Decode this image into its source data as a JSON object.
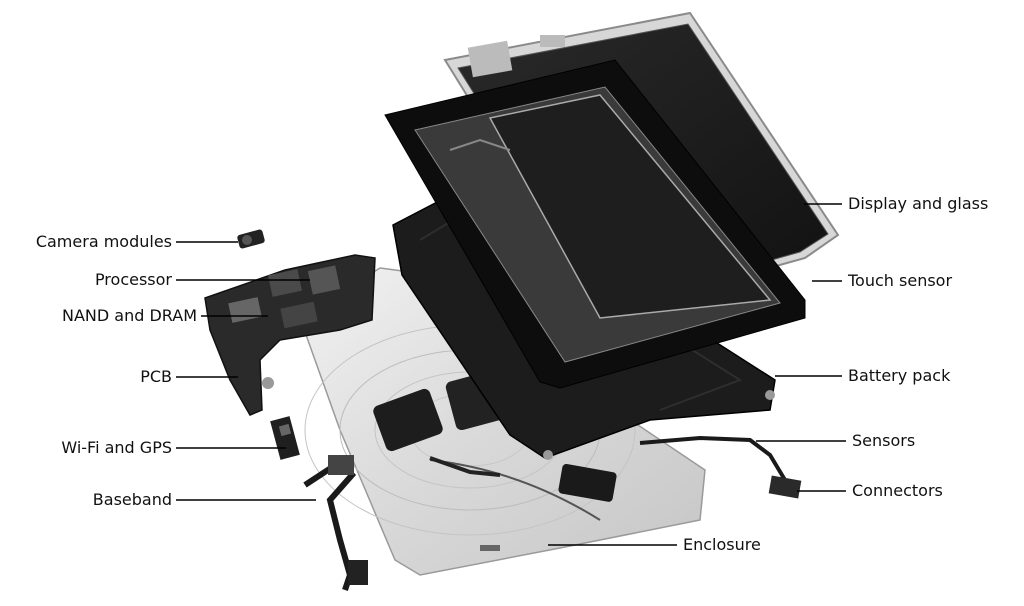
{
  "labels": {
    "camera_modules": "Camera modules",
    "processor": "Processor",
    "nand_dram": "NAND and DRAM",
    "pcb": "PCB",
    "wifi_gps": "Wi-Fi and GPS",
    "baseband": "Baseband",
    "display_glass": "Display and glass",
    "touch_sensor": "Touch sensor",
    "battery_pack": "Battery pack",
    "sensors": "Sensors",
    "connectors": "Connectors",
    "enclosure": "Enclosure"
  }
}
